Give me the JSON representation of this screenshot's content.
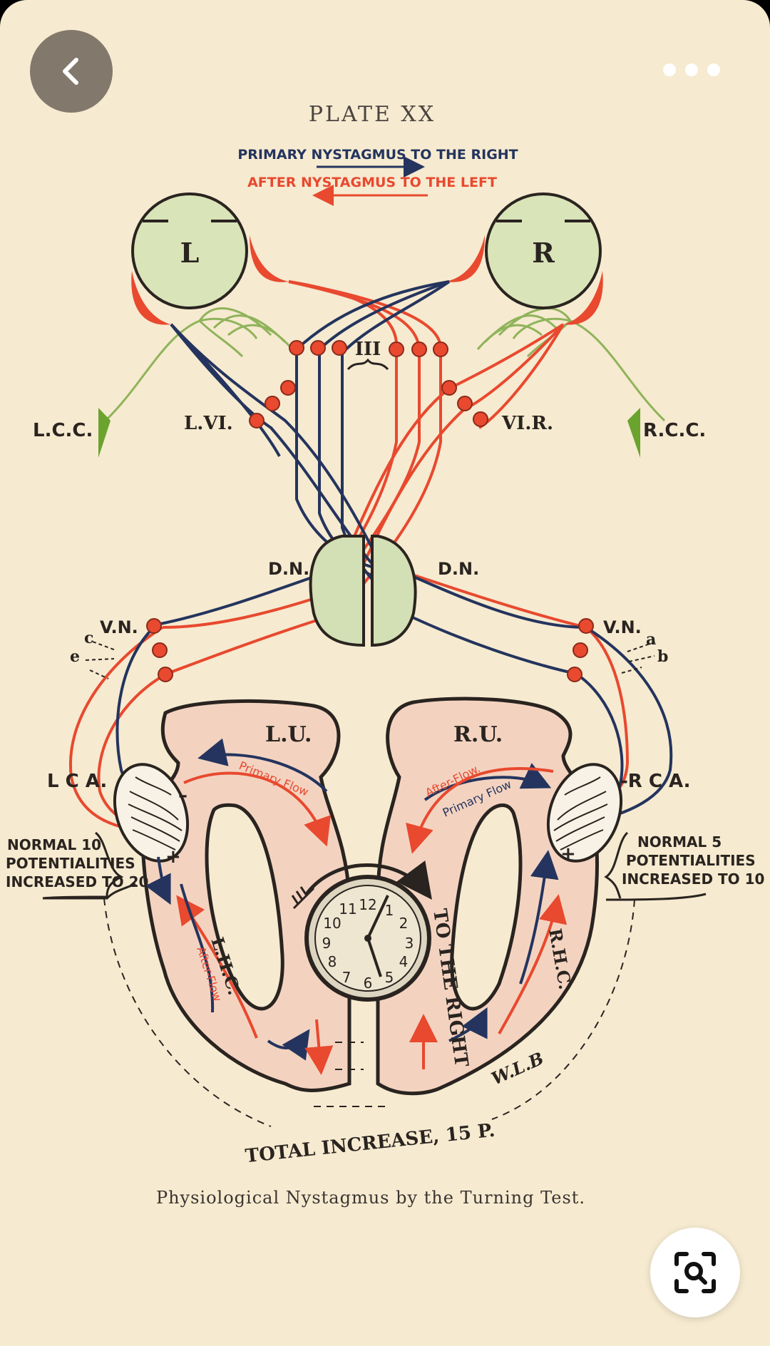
{
  "colors": {
    "red": "#e8492f",
    "blue": "#24345e",
    "green": "#8fb35a",
    "paper": "#f6ead0",
    "tissue": "#f3d3c0",
    "eye": "#d9e4b8"
  },
  "toolbar": {
    "back_icon": "chevron-left-icon",
    "more_icon": "more-horizontal-icon",
    "lens_icon": "visual-search-icon"
  },
  "plate": {
    "title": "PLATE XX",
    "primary_nystagmus": "PRIMARY NYSTAGMUS TO THE RIGHT",
    "after_nystagmus": "AFTER NYSTAGMUS TO THE LEFT",
    "caption": "Physiological Nystagmus by the Turning Test.",
    "eye_left": "L",
    "eye_right": "R",
    "nucleus_III": "III",
    "l_vi": "L.VI.",
    "vi_r": "VI.R.",
    "lcc": "L.C.C.",
    "rcc": "R.C.C.",
    "dn_left": "D.N.",
    "dn_right": "D.N.",
    "vn_left": "V.N.",
    "vn_right": "V.N.",
    "letter_c_left": "c",
    "letter_e": "e",
    "letter_a": "a",
    "letter_b": "b",
    "lu": "L.U.",
    "ru": "R.U.",
    "lca": "L C A.",
    "rca": "-R C A.",
    "primary_flow": "Primary Flow",
    "after_flow": "After-Flow.",
    "primary_flow_right": "Primary Flow",
    "after_flow_lhc": "After-Flow",
    "lhc": "L.H.C.",
    "rhc": "R.H.C.",
    "normal_left": [
      "NORMAL  10",
      "POTENTIALITIES",
      "INCREASED TO 20"
    ],
    "normal_right": [
      "NORMAL  5",
      "POTENTIALITIES",
      "INCREASED TO 10"
    ],
    "to_the_right": "TO THE RIGHT",
    "total_increase": "TOTAL  INCREASE, 15 P.",
    "signature": "W.L.B",
    "clock_numerals": [
      "12",
      "1",
      "2",
      "3",
      "4",
      "5",
      "6",
      "7",
      "8",
      "9",
      "10",
      "11"
    ]
  }
}
